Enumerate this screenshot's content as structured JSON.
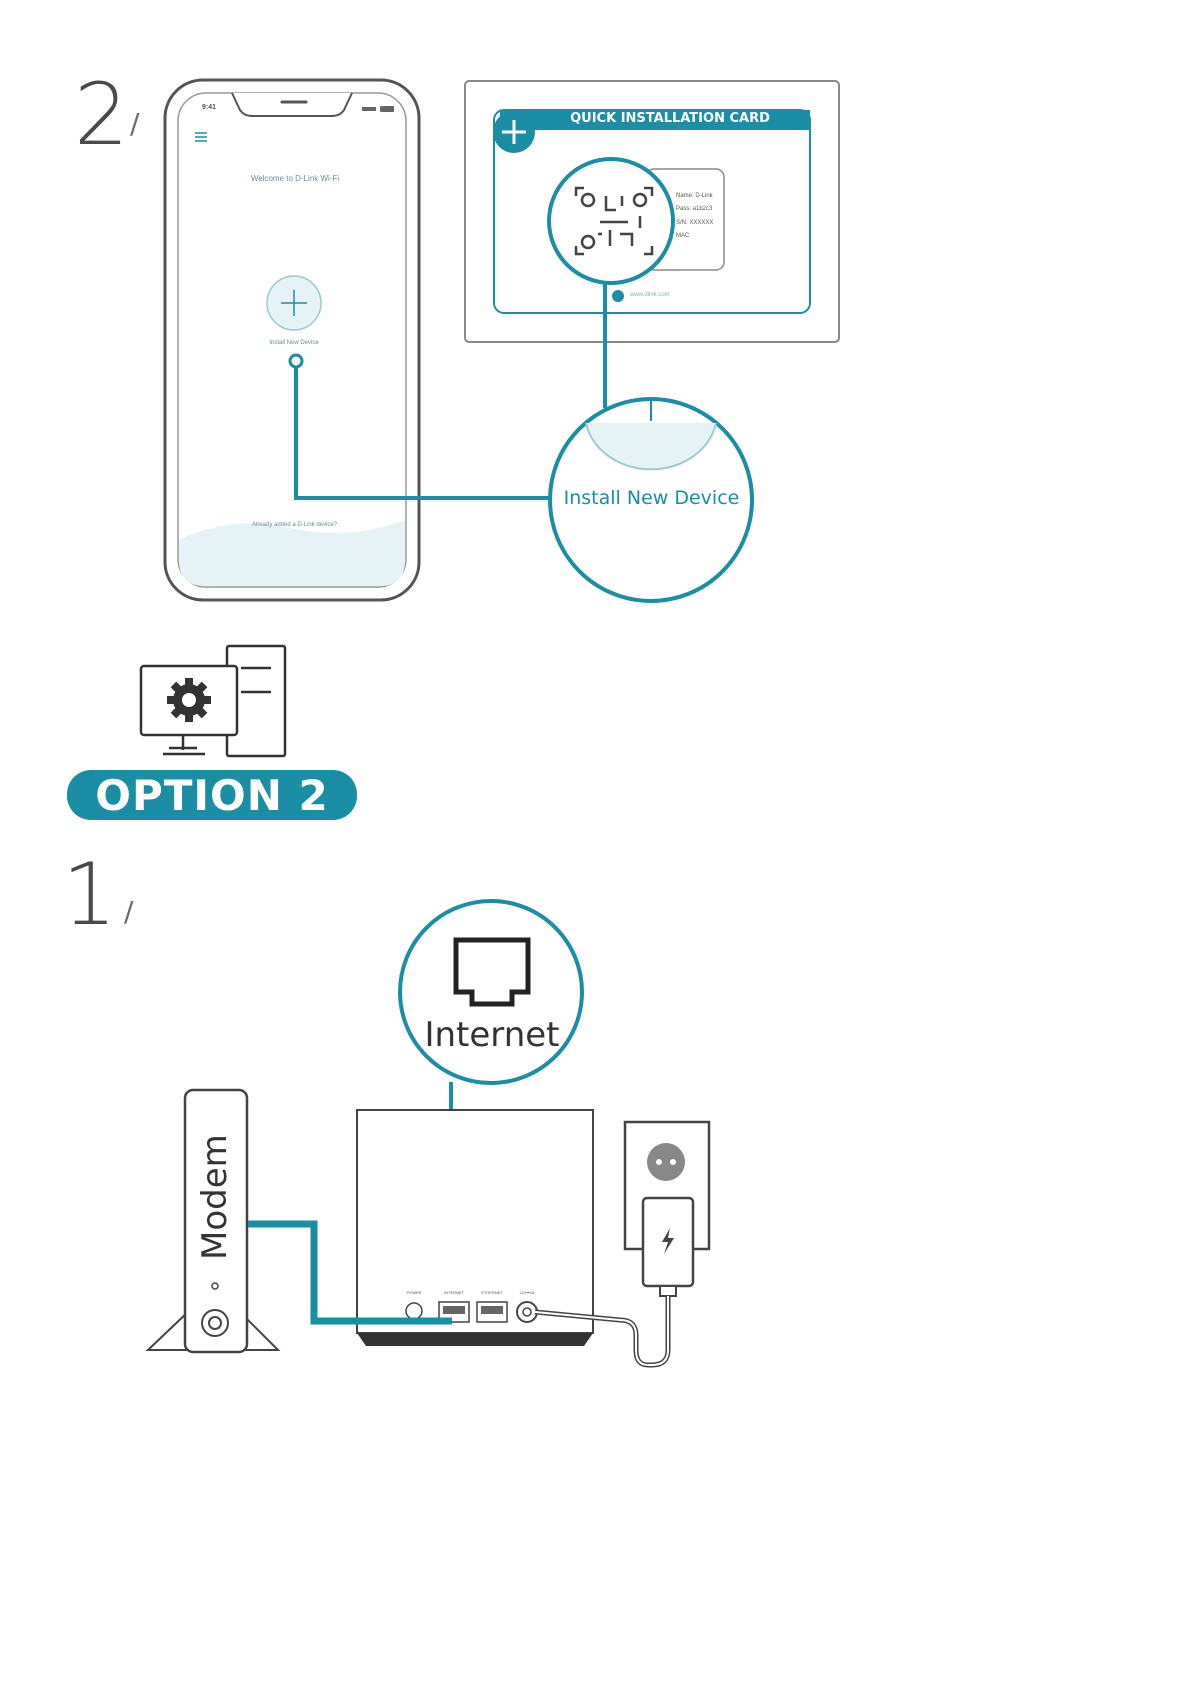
{
  "step2": {
    "number": "2",
    "slash": "/",
    "phone": {
      "status_time": "9:41",
      "welcome_text": "Welcome to D-Link Wi-Fi",
      "install_label": "Install New Device",
      "footer_text": "Already added a D-Link device?"
    },
    "qr_card": {
      "title": "QUICK INSTALLATION CARD",
      "side_lines": [
        "Name: D-Link",
        "Pass: a1b2c3",
        "S/N: XXXXXX",
        "MAC"
      ],
      "footer_url": "www.dlink.com"
    },
    "zoom_label": "Install New Device"
  },
  "option": {
    "label": "OPTION 2"
  },
  "step1": {
    "number": "1",
    "slash": "/",
    "internet_label": "Internet",
    "modem_label": "Modem",
    "ports": [
      "POWER",
      "INTERNET",
      "ETHERNET",
      "12V⎓1A"
    ]
  },
  "colors": {
    "accent": "#1a8ea4",
    "outline": "#555555",
    "screen": "#e6f3f6"
  }
}
